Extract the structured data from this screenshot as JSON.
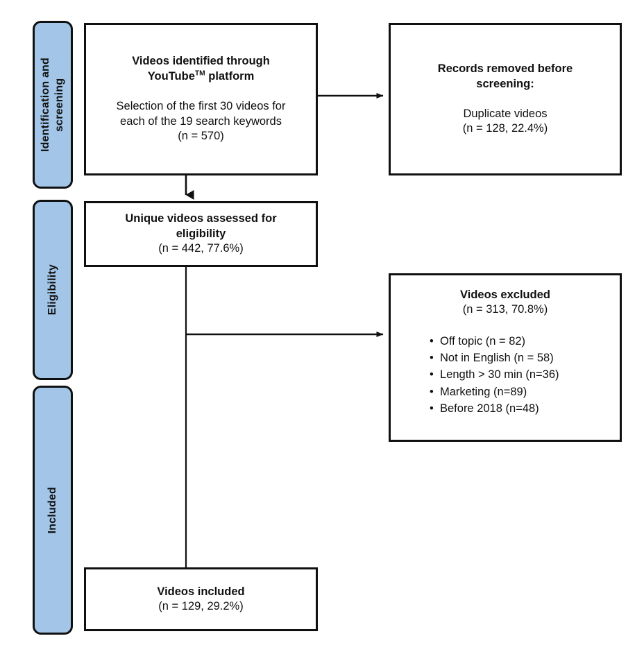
{
  "diagram": {
    "type": "prisma-flow-diagram",
    "colors": {
      "stage_label_fill": "#a3c6e8",
      "stroke": "#101010",
      "box_fill": "#ffffff",
      "background": "#ffffff"
    }
  },
  "stages": [
    {
      "id": "identification-screening",
      "label": "Identification and\nscreening"
    },
    {
      "id": "eligibility",
      "label": "Eligibility"
    },
    {
      "id": "included",
      "label": "Included"
    }
  ],
  "boxes": {
    "identified": {
      "title_line1": "Videos identified through",
      "title_line2_pre": "YouTube",
      "title_line2_tm": "TM",
      "title_line2_post": " platform",
      "sub_line1": "Selection of the first 30 videos for",
      "sub_line2": "each of the 19 search keywords",
      "sub_line3": "(n = 570)"
    },
    "removed": {
      "title_line1": "Records removed before",
      "title_line2": "screening:",
      "sub_line1": "Duplicate videos",
      "sub_line2": "(n = 128, 22.4%)"
    },
    "assessed": {
      "title_line1": "Unique videos assessed for",
      "title_line2": "eligibility",
      "sub_line1": "(n = 442, 77.6%)"
    },
    "excluded": {
      "title_line1": "Videos excluded",
      "sub_line1": "(n = 313, 70.8%)",
      "reasons": [
        "Off topic (n = 82)",
        "Not in English (n = 58)",
        "Length > 30 min (n=36)",
        "Marketing (n=89)",
        "Before 2018 (n=48)"
      ]
    },
    "included": {
      "title_line1": "Videos included",
      "sub_line1": "(n = 129, 29.2%)"
    }
  },
  "chart_data": {
    "type": "diagram",
    "title": "PRISMA flow diagram of YouTube video selection",
    "nodes": [
      {
        "id": "identified",
        "stage": "Identification and screening",
        "label": "Videos identified through YouTube™ platform",
        "n": 570,
        "percent": null
      },
      {
        "id": "removed",
        "stage": "Identification and screening",
        "label": "Records removed before screening: Duplicate videos",
        "n": 128,
        "percent": 22.4
      },
      {
        "id": "assessed",
        "stage": "Eligibility",
        "label": "Unique videos assessed for eligibility",
        "n": 442,
        "percent": 77.6
      },
      {
        "id": "excluded",
        "stage": "Eligibility",
        "label": "Videos excluded",
        "n": 313,
        "percent": 70.8,
        "breakdown": [
          {
            "reason": "Off topic",
            "n": 82
          },
          {
            "reason": "Not in English",
            "n": 58
          },
          {
            "reason": "Length > 30 min",
            "n": 36
          },
          {
            "reason": "Marketing",
            "n": 89
          },
          {
            "reason": "Before 2018",
            "n": 48
          }
        ]
      },
      {
        "id": "included",
        "stage": "Included",
        "label": "Videos included",
        "n": 129,
        "percent": 29.2
      }
    ],
    "edges": [
      {
        "from": "identified",
        "to": "removed",
        "direction": "right"
      },
      {
        "from": "identified",
        "to": "assessed",
        "direction": "down"
      },
      {
        "from": "assessed",
        "to": "excluded",
        "direction": "right"
      },
      {
        "from": "assessed",
        "to": "included",
        "direction": "down"
      }
    ],
    "search_parameters": {
      "videos_per_keyword": 30,
      "keywords": 19,
      "total_retrieved": 570
    }
  }
}
